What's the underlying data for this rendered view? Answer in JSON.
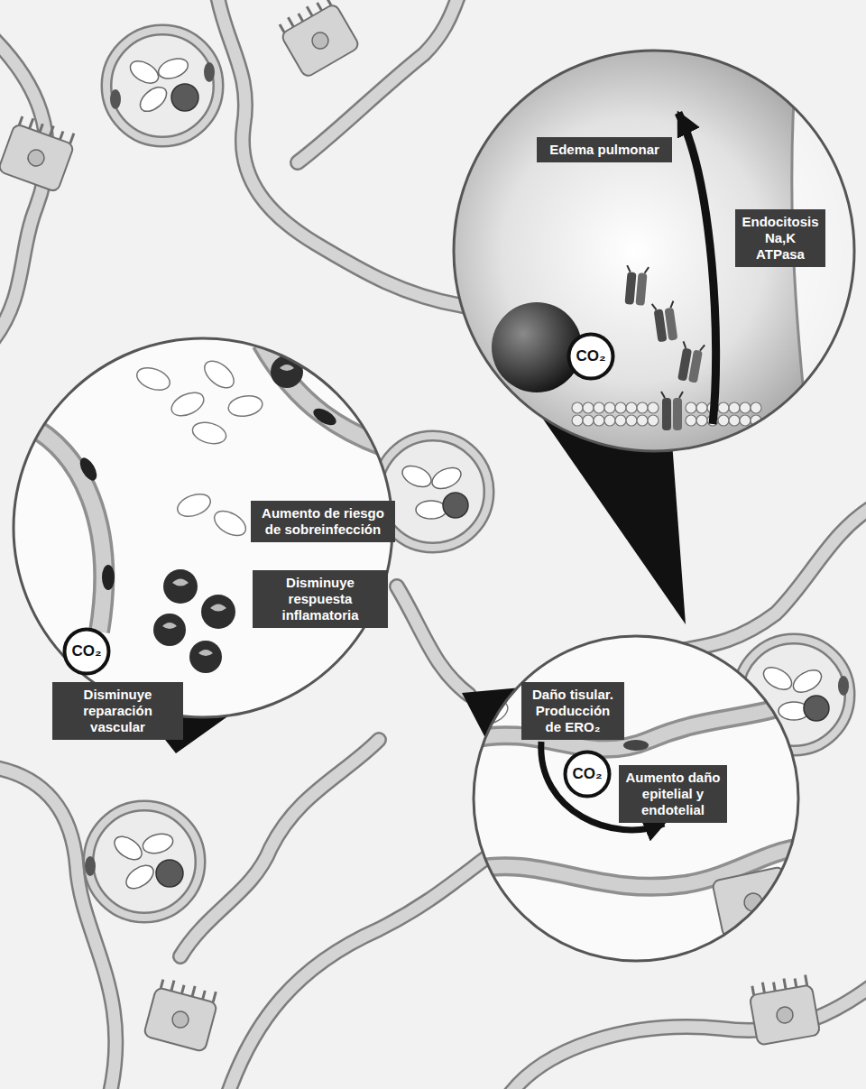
{
  "diagram": {
    "nodes": [
      {
        "text": [
          "Edema pulmonar"
        ]
      },
      {
        "text": [
          "Endocitosis Na,K ATPasa"
        ]
      },
      {
        "text": [
          "CO₂"
        ]
      },
      {
        "text": [
          "Aumento de riesgo de sobreinfección"
        ]
      },
      {
        "text": [
          "Disminuye respuesta inflamatoria"
        ]
      },
      {
        "text": [
          "CO₂"
        ]
      },
      {
        "text": [
          "Disminuye reparación vascular"
        ]
      },
      {
        "text": [
          "Daño tisular. Producción de ERO₂"
        ]
      },
      {
        "text": [
          "CO₂"
        ]
      },
      {
        "text": [
          "Aumento daño epitelial y endotelial"
        ]
      }
    ],
    "edges": [
      {
        "from": 7,
        "to": 9,
        "arrow": "to"
      }
    ]
  }
}
